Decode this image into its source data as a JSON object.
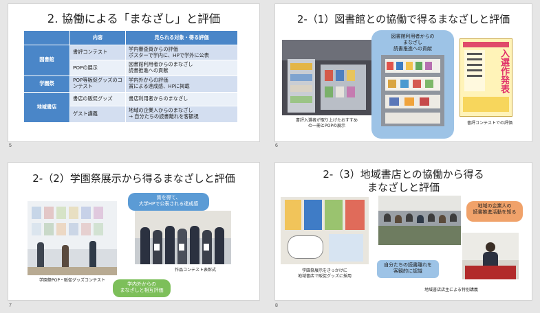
{
  "slides": [
    {
      "number": "5",
      "title": "2. 協働による「まなざし」と評価",
      "table": {
        "headers": [
          "",
          "内容",
          "見られる対象・得る評価"
        ],
        "rows": [
          {
            "category": "図書館",
            "items": [
              {
                "content": "書評コンテスト",
                "result": "学内審査員からの評価\nポスターで学内に、HPで学外に公表"
              },
              {
                "content": "POPの展示",
                "result": "図書館利用者からのまなざし\n読書推進への貢献"
              }
            ]
          },
          {
            "category": "学園祭",
            "items": [
              {
                "content": "POP等販促グッズのコンテスト",
                "result": "学内外からの評価\n賞による達成感、HPに掲載"
              }
            ]
          },
          {
            "category": "地域書店",
            "items": [
              {
                "content": "書店の販促グッズ",
                "result": "書店利用者からのまなざし"
              },
              {
                "content": "ゲスト講義",
                "result": "地域の企業人からのまなざし\n→ 自分たちの読書離れを客観視"
              }
            ]
          }
        ]
      }
    },
    {
      "number": "6",
      "title": "2-（1）図書館との協働で得るまなざしと評価",
      "callout": "図書館利用者からの\nまなざし\n読書推進への貢献",
      "caption_left": "書評入選者が取り上げたおすすめ\nの一冊とPOPの展示",
      "caption_right": "書評コンテストでの評価",
      "poster_text": "入選作発表"
    },
    {
      "number": "7",
      "title": "2-（2）学園祭展示から得るまなざしと評価",
      "callout_top": "賞を得て、\n大学HPで公表される達成感",
      "callout_bottom": "学内外からの\nまなざしと相互評価",
      "caption_left": "学園祭POP・販促グッズコンテスト",
      "caption_right": "作品コンテスト表彰式"
    },
    {
      "number": "8",
      "title_line1": "2-（3）地域書店との協働から得る",
      "title_line2": "まなざしと評価",
      "callout_right": "地域の企業人の\n読書推進活動を知る",
      "callout_bottom": "自分たちの読書離れを\n客観的に認識",
      "caption_left": "学園祭展示をきっかけに\n地域書店で販促グッズに採用",
      "caption_right": "地域書店店主による特別講義"
    }
  ],
  "colors": {
    "accent": "#4a86c8",
    "row_dark": "#d3def0",
    "row_light": "#eaf0f8",
    "green": "#7dbf5a",
    "orange": "#f0a26a"
  }
}
